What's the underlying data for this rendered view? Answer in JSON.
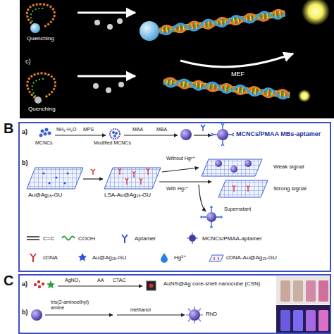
{
  "diagram": {
    "nodes": [
      {
        "text": [
          "B"
        ]
      },
      {
        "text": [
          "C"
        ]
      }
    ],
    "labels": [
      "Quenching",
      "c)",
      "MEF",
      "Quenching",
      "a)",
      "MCNCs",
      "NH₃·H₂O",
      "MPS",
      "Modified MCNCs",
      "MAA",
      "MBA",
      "MCNCs/PMAA MBs-aptamer",
      "b)",
      "Au@Ag₁₅-GU",
      "LSA-Au@Ag₁₅-GU",
      "Without Hg²⁺",
      "With Hg²⁺",
      "Supernatant",
      "Weak signal",
      "Strong signal",
      "a)",
      "AgNO₃",
      "AA",
      "CTAC",
      "AuNS@Ag core-shell nanocube (CSN)",
      "b)",
      "tris(2-aminoethyl) amine",
      "methanol",
      "RhD"
    ],
    "legend": [
      {
        "text": "C=C"
      },
      {
        "text": "COOH"
      },
      {
        "text": "Aptamer"
      },
      {
        "text": "MCNCs/PMAA-aptamer"
      },
      {
        "text": "cDNA"
      },
      {
        "text": "Au@Ag₁₅-GU"
      },
      {
        "text": "Hg²⁺"
      },
      {
        "text": "cDNA-Au@Ag₁₅-GU"
      }
    ]
  }
}
